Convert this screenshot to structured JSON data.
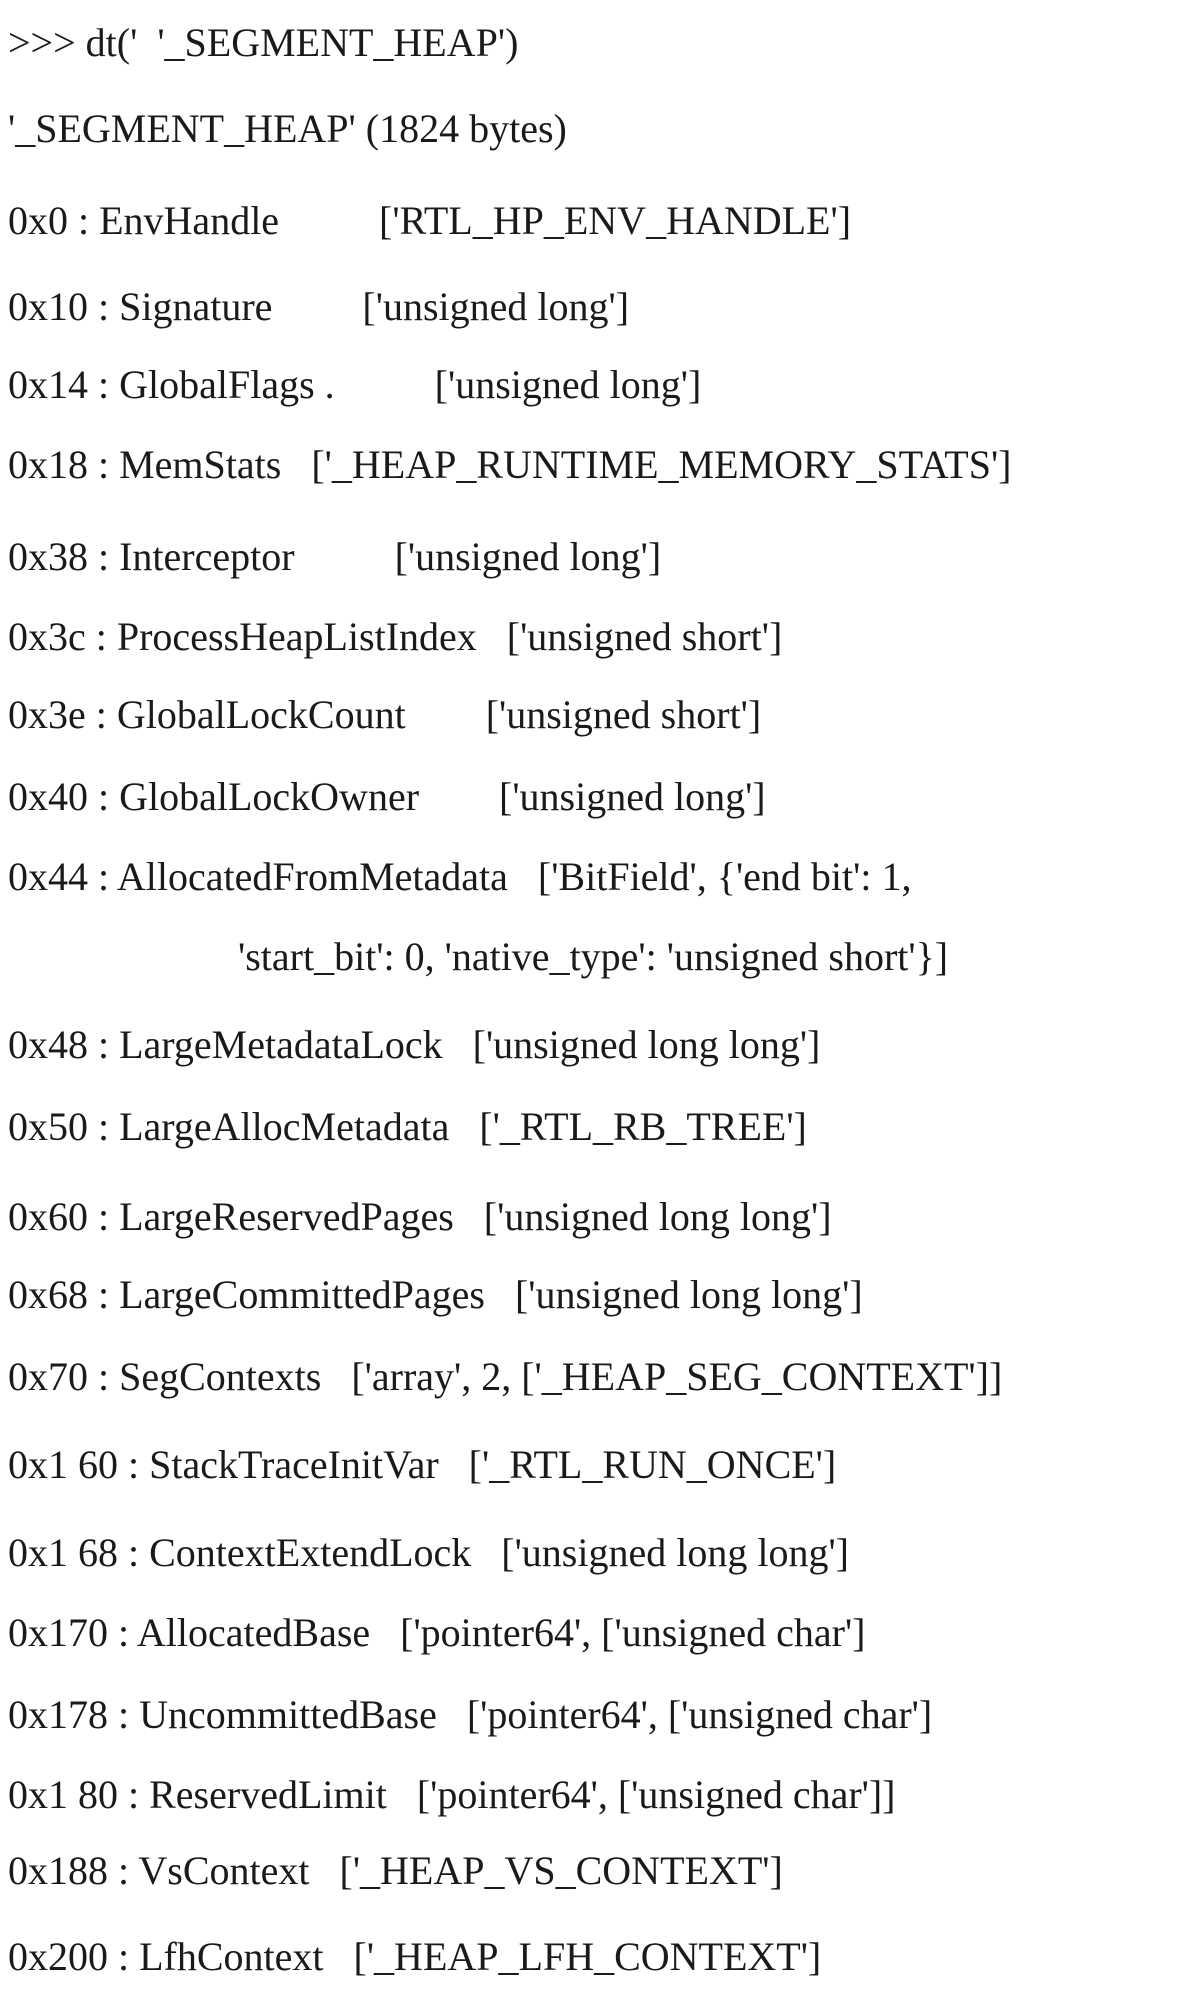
{
  "lines": [
    ">>> dt('  '_SEGMENT_HEAP')",
    "'_SEGMENT_HEAP' (1824 bytes)",
    "0x0 : EnvHandle          ['RTL_HP_ENV_HANDLE']",
    "0x10 : Signature         ['unsigned long']",
    "0x14 : GlobalFlags .          ['unsigned long']",
    "0x18 : MemStats   ['_HEAP_RUNTIME_MEMORY_STATS']",
    "0x38 : Interceptor          ['unsigned long']",
    "0x3c : ProcessHeapListIndex   ['unsigned short']",
    "0x3e : GlobalLockCount        ['unsigned short']",
    "0x40 : GlobalLockOwner        ['unsigned long']",
    "0x44 : AllocatedFromMetadata   ['BitField', {'end bit': 1,",
    "'start_bit': 0, 'native_type': 'unsigned short'}]",
    "0x48 : LargeMetadataLock   ['unsigned long long']",
    "0x50 : LargeAllocMetadata   ['_RTL_RB_TREE']",
    "0x60 : LargeReservedPages   ['unsigned long long']",
    "0x68 : LargeCommittedPages   ['unsigned long long']",
    "0x70 : SegContexts   ['array', 2, ['_HEAP_SEG_CONTEXT']]",
    "0x1 60 : StackTraceInitVar   ['_RTL_RUN_ONCE']",
    "0x1 68 : ContextExtendLock   ['unsigned long long']",
    "0x170 : AllocatedBase   ['pointer64', ['unsigned char']",
    "0x178 : UncommittedBase   ['pointer64', ['unsigned char']",
    "0x1 80 : ReservedLimit   ['pointer64', ['unsigned char']]",
    "0x188 : VsContext   ['_HEAP_VS_CONTEXT']",
    "0x200 : LfhContext   ['_HEAP_LFH_CONTEXT']"
  ]
}
